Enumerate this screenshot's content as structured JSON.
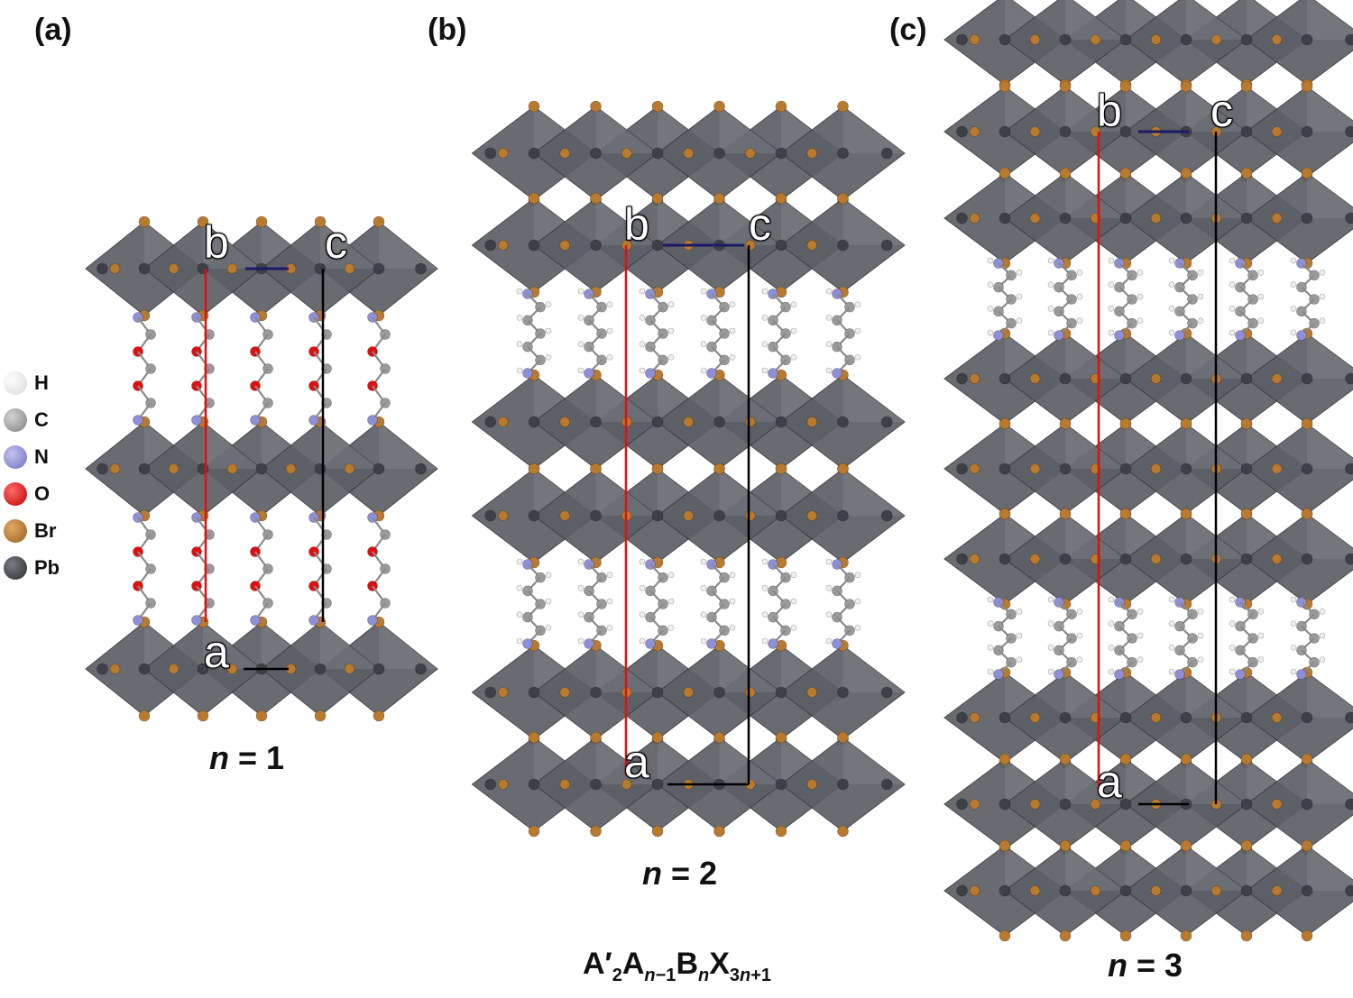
{
  "panels": [
    {
      "label": "(a)",
      "n_text": "n",
      "n_eq": " = 1"
    },
    {
      "label": "(b)",
      "n_text": "n",
      "n_eq": " = 2"
    },
    {
      "label": "(c)",
      "n_text": "n",
      "n_eq": " = 3"
    }
  ],
  "axes": {
    "a": "a",
    "b": "b",
    "c": "c"
  },
  "legend": [
    {
      "symbol": "H",
      "color": "#f2f2f2"
    },
    {
      "symbol": "C",
      "color": "#9a9a9a"
    },
    {
      "symbol": "N",
      "color": "#8f8fd6"
    },
    {
      "symbol": "O",
      "color": "#e01010"
    },
    {
      "symbol": "Br",
      "color": "#b87a2e"
    },
    {
      "symbol": "Pb",
      "color": "#3e4048"
    }
  ],
  "formula": {
    "A": "A′",
    "A_sub": "2",
    "A2": "A",
    "A2_sub_n": "n",
    "A2_sub_rest": "−1",
    "B": "B",
    "B_sub": "n",
    "X": "X",
    "X_sub_pre": "3",
    "X_sub_n": "n",
    "X_sub_post": "+1"
  },
  "colors": {
    "octahedron": "#5d5f66",
    "octahedron_light": "#8a8c93",
    "bromine": "#b87a2e",
    "lead": "#3e4048",
    "carbon": "#9a9a9a",
    "nitrogen": "#8f8fd6",
    "oxygen": "#e01010",
    "hydrogen": "#f0f0f0",
    "axis_b": "#e01010",
    "axis_c": "#000000",
    "axis_a": "#000000"
  }
}
